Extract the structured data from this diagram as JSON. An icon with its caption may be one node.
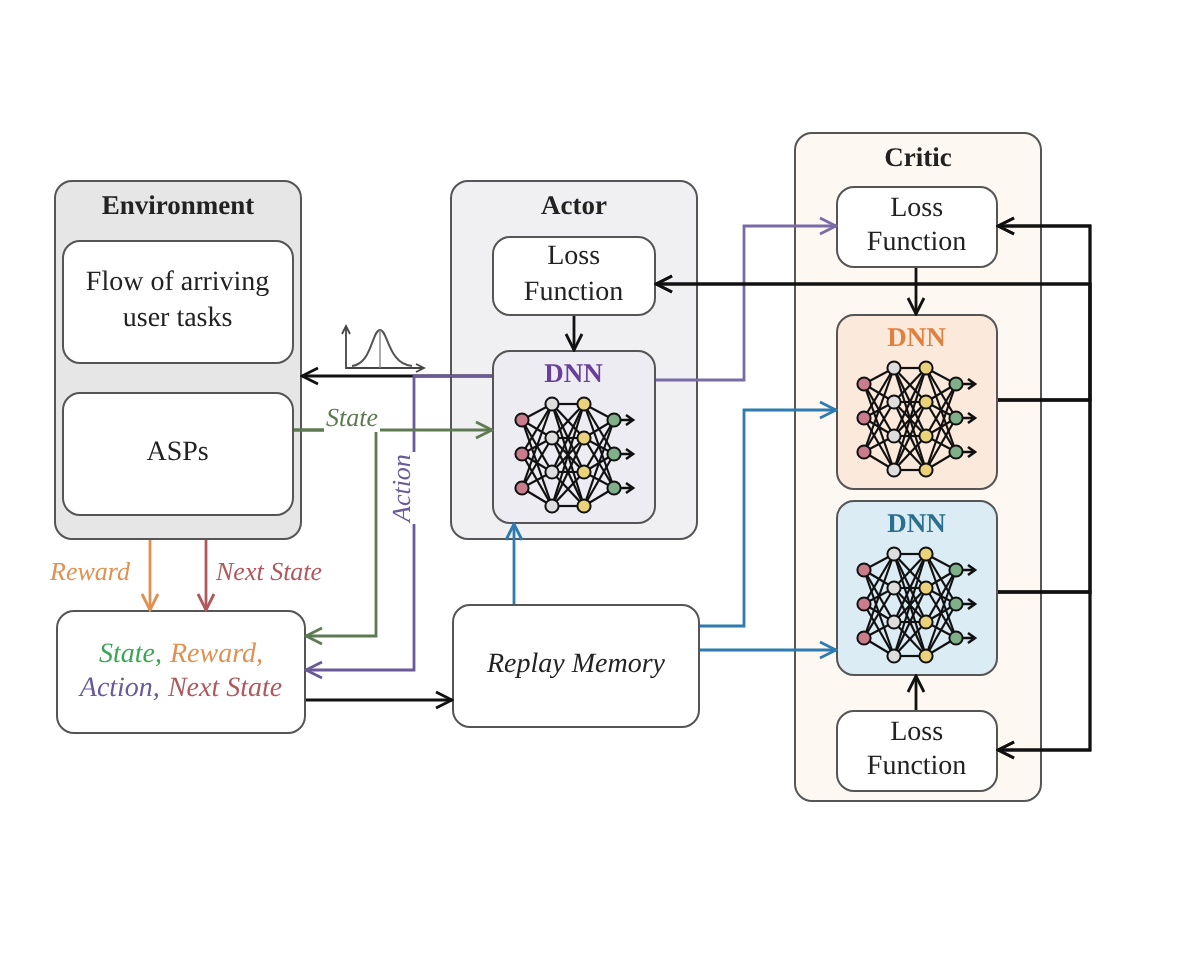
{
  "diagram": {
    "nodes": [
      {
        "text": [
          "Environment"
        ]
      },
      {
        "text": [
          "Flow of arriving user tasks"
        ],
        "in": 0
      },
      {
        "text": [
          "ASPs"
        ],
        "in": 0
      },
      {
        "text": [
          "State,",
          "Reward,",
          "Action,",
          "Next State"
        ]
      },
      {
        "text": [
          "Actor"
        ]
      },
      {
        "text": [
          "Loss Function"
        ],
        "in": 4
      },
      {
        "text": [
          "DNN"
        ],
        "in": 4
      },
      {
        "text": [
          "Replay Memory"
        ]
      },
      {
        "text": [
          "Critic"
        ]
      },
      {
        "text": [
          "Loss Function"
        ],
        "in": 8
      },
      {
        "text": [
          "DNN"
        ],
        "in": 8
      },
      {
        "text": [
          "DNN"
        ],
        "in": 8
      },
      {
        "text": [
          "Loss Function"
        ],
        "in": 8
      }
    ],
    "edges": [
      {
        "from": 6,
        "to": 0,
        "arrow": "to"
      },
      {
        "from": 6,
        "to": 3,
        "arrow": "to",
        "label": "Action",
        "color": "#6a5a9a"
      },
      {
        "from": 2,
        "to": 6,
        "arrow": "to",
        "label": "State",
        "color": "#5e7a52"
      },
      {
        "from": 2,
        "to": 3,
        "arrow": "to",
        "color": "#5e7a52"
      },
      {
        "from": 0,
        "to": 3,
        "arrow": "to",
        "label": "Reward",
        "color": "#e0904f"
      },
      {
        "from": 0,
        "to": 3,
        "arrow": "to",
        "label": "Next State",
        "color": "#b0585c"
      },
      {
        "from": 3,
        "to": 7,
        "arrow": "to"
      },
      {
        "from": 7,
        "to": 6,
        "arrow": "to",
        "color": "#2d7bb0"
      },
      {
        "from": 7,
        "to": 10,
        "arrow": "to",
        "color": "#2d7bb0"
      },
      {
        "from": 7,
        "to": 11,
        "arrow": "to",
        "color": "#2d7bb0"
      },
      {
        "from": 6,
        "to": 9,
        "arrow": "to",
        "color": "#7a6aa8"
      },
      {
        "from": 5,
        "to": 6,
        "arrow": "to"
      },
      {
        "from": 9,
        "to": 10,
        "arrow": "to"
      },
      {
        "from": 12,
        "to": 11,
        "arrow": "to"
      },
      {
        "from": 10,
        "to": 9,
        "arrow": "to"
      },
      {
        "from": 11,
        "to": 9,
        "arrow": "to"
      },
      {
        "from": 10,
        "to": 12,
        "arrow": "to"
      },
      {
        "from": 11,
        "to": 12,
        "arrow": "to"
      },
      {
        "from": 10,
        "to": 5,
        "arrow": "to"
      },
      {
        "from": 11,
        "to": 5,
        "arrow": "to"
      }
    ]
  }
}
